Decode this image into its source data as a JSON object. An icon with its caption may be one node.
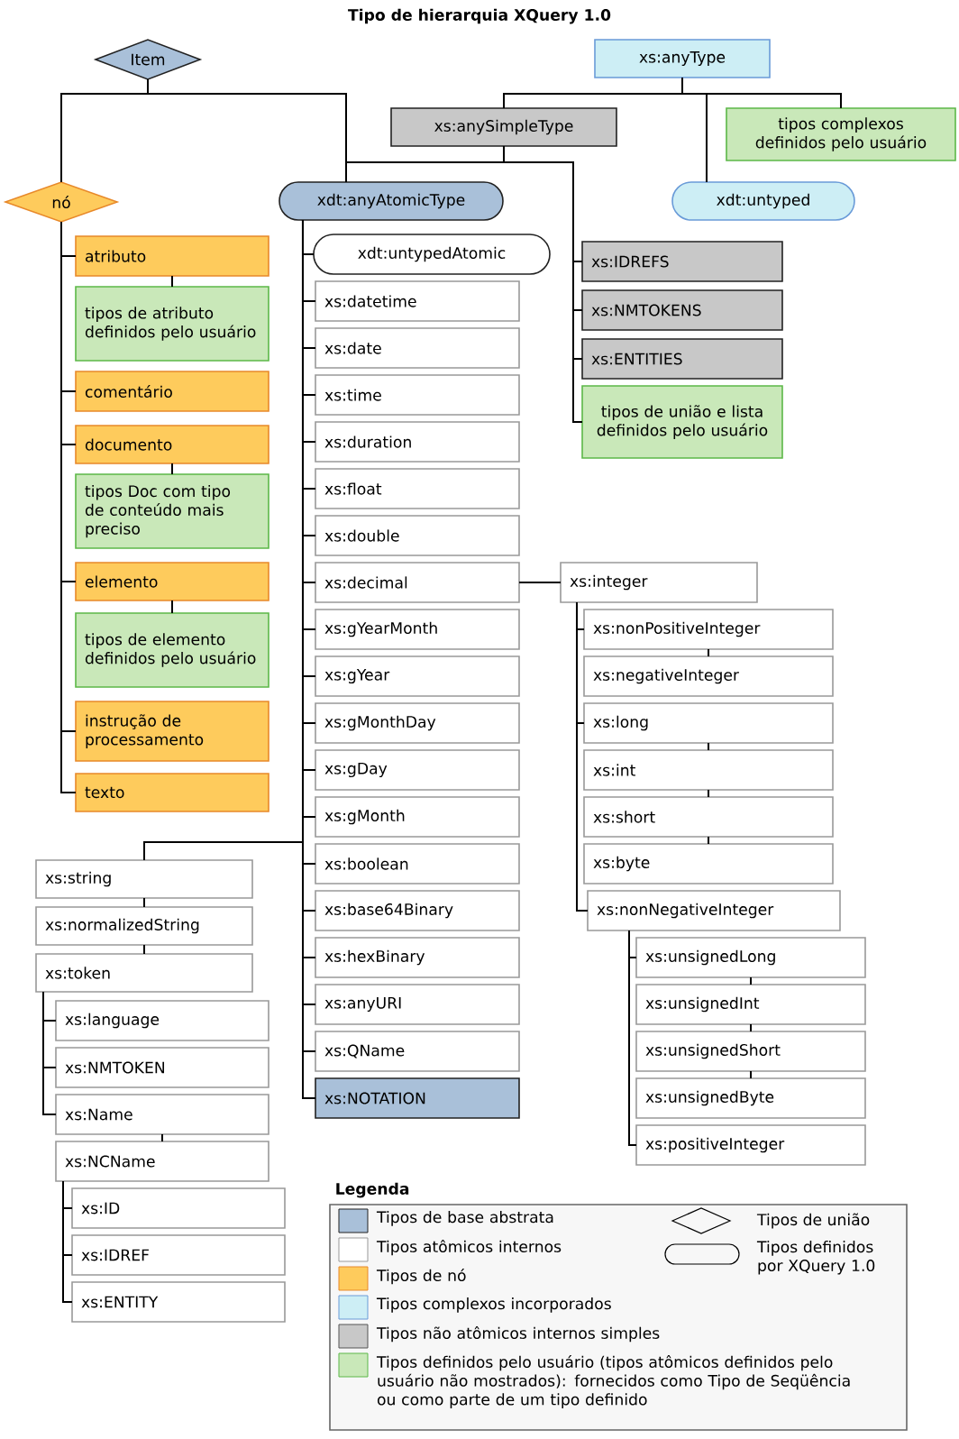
{
  "diagram": {
    "title": "Tipo de hierarquia XQuery 1.0",
    "nodes": [
      {
        "text": [
          "Item"
        ]
      },
      {
        "text": [
          "xs:anyType"
        ]
      },
      {
        "text": [
          "xs:anySimpleType"
        ]
      },
      {
        "text": [
          "tipos complexos definidos pelo usuário"
        ]
      },
      {
        "text": [
          "nó"
        ]
      },
      {
        "text": [
          "xdt:anyAtomicType"
        ]
      },
      {
        "text": [
          "xdt:untyped"
        ]
      },
      {
        "text": [
          "atributo"
        ]
      },
      {
        "text": [
          "tipos de atributo definidos pelo usuário"
        ]
      },
      {
        "text": [
          "comentário"
        ]
      },
      {
        "text": [
          "documento"
        ]
      },
      {
        "text": [
          "tipos Doc com tipo de conteúdo mais preciso"
        ]
      },
      {
        "text": [
          "elemento"
        ]
      },
      {
        "text": [
          "tipos de elemento definidos pelo usuário"
        ]
      },
      {
        "text": [
          "instrução de processamento"
        ]
      },
      {
        "text": [
          "texto"
        ]
      },
      {
        "text": [
          "xdt:untypedAtomic"
        ]
      },
      {
        "text": [
          "xs:datetime"
        ]
      },
      {
        "text": [
          "xs:date"
        ]
      },
      {
        "text": [
          "xs:time"
        ]
      },
      {
        "text": [
          "xs:duration"
        ]
      },
      {
        "text": [
          "xs:float"
        ]
      },
      {
        "text": [
          "xs:double"
        ]
      },
      {
        "text": [
          "xs:decimal"
        ]
      },
      {
        "text": [
          "xs:gYearMonth"
        ]
      },
      {
        "text": [
          "xs:gYear"
        ]
      },
      {
        "text": [
          "xs:gMonthDay"
        ]
      },
      {
        "text": [
          "xs:gDay"
        ]
      },
      {
        "text": [
          "xs:gMonth"
        ]
      },
      {
        "text": [
          "xs:boolean"
        ]
      },
      {
        "text": [
          "xs:base64Binary"
        ]
      },
      {
        "text": [
          "xs:hexBinary"
        ]
      },
      {
        "text": [
          "xs:anyURI"
        ]
      },
      {
        "text": [
          "xs:QName"
        ]
      },
      {
        "text": [
          "xs:NOTATION"
        ]
      },
      {
        "text": [
          "xs:IDREFS"
        ]
      },
      {
        "text": [
          "xs:NMTOKENS"
        ]
      },
      {
        "text": [
          "xs:ENTITIES"
        ]
      },
      {
        "text": [
          "tipos de união e lista definidos pelo usuário"
        ]
      },
      {
        "text": [
          "xs:integer"
        ]
      },
      {
        "text": [
          "xs:nonPositiveInteger"
        ]
      },
      {
        "text": [
          "xs:negativeInteger"
        ]
      },
      {
        "text": [
          "xs:long"
        ]
      },
      {
        "text": [
          "xs:int"
        ]
      },
      {
        "text": [
          "xs:short"
        ]
      },
      {
        "text": [
          "xs:byte"
        ]
      },
      {
        "text": [
          "xs:nonNegativeInteger"
        ]
      },
      {
        "text": [
          "xs:unsignedLong"
        ]
      },
      {
        "text": [
          "xs:unsignedInt"
        ]
      },
      {
        "text": [
          "xs:unsignedShort"
        ]
      },
      {
        "text": [
          "xs:unsignedByte"
        ]
      },
      {
        "text": [
          "xs:positiveInteger"
        ]
      },
      {
        "text": [
          "xs:string"
        ]
      },
      {
        "text": [
          "xs:normalizedString"
        ]
      },
      {
        "text": [
          "xs:token"
        ]
      },
      {
        "text": [
          "xs:language"
        ]
      },
      {
        "text": [
          "xs:NMTOKEN"
        ]
      },
      {
        "text": [
          "xs:Name"
        ]
      },
      {
        "text": [
          "xs:NCName"
        ]
      },
      {
        "text": [
          "xs:ID"
        ]
      },
      {
        "text": [
          "xs:IDREF"
        ]
      },
      {
        "text": [
          "xs:ENTITY"
        ]
      }
    ],
    "edges": [
      {
        "from": 0,
        "to": 4,
        "arrow": "none"
      },
      {
        "from": 0,
        "to": 5,
        "arrow": "none"
      },
      {
        "from": 1,
        "to": 2,
        "arrow": "none"
      },
      {
        "from": 1,
        "to": 3,
        "arrow": "none"
      },
      {
        "from": 1,
        "to": 6,
        "arrow": "none"
      },
      {
        "from": 2,
        "to": 5,
        "arrow": "none"
      },
      {
        "from": 2,
        "to": 35,
        "arrow": "none"
      },
      {
        "from": 2,
        "to": 36,
        "arrow": "none"
      },
      {
        "from": 2,
        "to": 37,
        "arrow": "none"
      },
      {
        "from": 2,
        "to": 38,
        "arrow": "none"
      },
      {
        "from": 4,
        "to": 7,
        "arrow": "none"
      },
      {
        "from": 4,
        "to": 9,
        "arrow": "none"
      },
      {
        "from": 4,
        "to": 10,
        "arrow": "none"
      },
      {
        "from": 4,
        "to": 12,
        "arrow": "none"
      },
      {
        "from": 4,
        "to": 14,
        "arrow": "none"
      },
      {
        "from": 4,
        "to": 15,
        "arrow": "none"
      },
      {
        "from": 7,
        "to": 8,
        "arrow": "none"
      },
      {
        "from": 10,
        "to": 11,
        "arrow": "none"
      },
      {
        "from": 12,
        "to": 13,
        "arrow": "none"
      },
      {
        "from": 5,
        "to": 16,
        "arrow": "none"
      },
      {
        "from": 5,
        "to": 17,
        "arrow": "none"
      },
      {
        "from": 5,
        "to": 18,
        "arrow": "none"
      },
      {
        "from": 5,
        "to": 19,
        "arrow": "none"
      },
      {
        "from": 5,
        "to": 20,
        "arrow": "none"
      },
      {
        "from": 5,
        "to": 21,
        "arrow": "none"
      },
      {
        "from": 5,
        "to": 22,
        "arrow": "none"
      },
      {
        "from": 5,
        "to": 23,
        "arrow": "none"
      },
      {
        "from": 5,
        "to": 24,
        "arrow": "none"
      },
      {
        "from": 5,
        "to": 25,
        "arrow": "none"
      },
      {
        "from": 5,
        "to": 26,
        "arrow": "none"
      },
      {
        "from": 5,
        "to": 27,
        "arrow": "none"
      },
      {
        "from": 5,
        "to": 28,
        "arrow": "none"
      },
      {
        "from": 5,
        "to": 29,
        "arrow": "none"
      },
      {
        "from": 5,
        "to": 30,
        "arrow": "none"
      },
      {
        "from": 5,
        "to": 31,
        "arrow": "none"
      },
      {
        "from": 5,
        "to": 32,
        "arrow": "none"
      },
      {
        "from": 5,
        "to": 33,
        "arrow": "none"
      },
      {
        "from": 5,
        "to": 34,
        "arrow": "none"
      },
      {
        "from": 5,
        "to": 52,
        "arrow": "none"
      },
      {
        "from": 23,
        "to": 39,
        "arrow": "none"
      },
      {
        "from": 39,
        "to": 40,
        "arrow": "none"
      },
      {
        "from": 39,
        "to": 42,
        "arrow": "none"
      },
      {
        "from": 39,
        "to": 46,
        "arrow": "none"
      },
      {
        "from": 40,
        "to": 41,
        "arrow": "none"
      },
      {
        "from": 42,
        "to": 43,
        "arrow": "none"
      },
      {
        "from": 43,
        "to": 44,
        "arrow": "none"
      },
      {
        "from": 44,
        "to": 45,
        "arrow": "none"
      },
      {
        "from": 46,
        "to": 47,
        "arrow": "none"
      },
      {
        "from": 46,
        "to": 51,
        "arrow": "none"
      },
      {
        "from": 47,
        "to": 48,
        "arrow": "none"
      },
      {
        "from": 48,
        "to": 49,
        "arrow": "none"
      },
      {
        "from": 49,
        "to": 50,
        "arrow": "none"
      },
      {
        "from": 52,
        "to": 53,
        "arrow": "none"
      },
      {
        "from": 53,
        "to": 54,
        "arrow": "none"
      },
      {
        "from": 54,
        "to": 55,
        "arrow": "none"
      },
      {
        "from": 54,
        "to": 56,
        "arrow": "none"
      },
      {
        "from": 54,
        "to": 57,
        "arrow": "none"
      },
      {
        "from": 57,
        "to": 58,
        "arrow": "none"
      },
      {
        "from": 58,
        "to": 59,
        "arrow": "none"
      },
      {
        "from": 58,
        "to": 60,
        "arrow": "none"
      },
      {
        "from": 58,
        "to": 61,
        "arrow": "none"
      }
    ],
    "labels": [
      "Legenda"
    ],
    "legend": [
      {
        "text": "Tipos de base abstrata",
        "color": "#a9c0d9"
      },
      {
        "text": "Tipos de união"
      },
      {
        "text": "Tipos atômicos internos",
        "color": "#ffffff"
      },
      {
        "text": "Tipos definidos por XQuery 1.0"
      },
      {
        "text": "Tipos de nó",
        "color": "#fecb5c"
      },
      {
        "text": "Tipos complexos incorporados",
        "color": "#cdeef5"
      },
      {
        "text": "Tipos não atômicos internos simples",
        "color": "#c8c8c8"
      },
      {
        "text": "Tipos definidos pelo usuário (tipos atômicos definidos pelo usuário não mostrados): fornecidos como Tipo de Seqüência ou como parte de um tipo definido",
        "color": "#c9e8b9"
      }
    ]
  }
}
